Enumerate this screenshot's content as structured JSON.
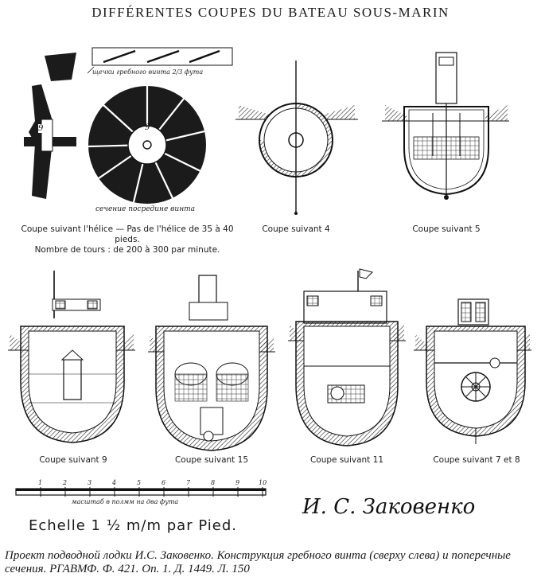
{
  "title": "DIFFÉRENTES COUPES DU BATEAU SOUS-MARIN",
  "propeller": {
    "top_label": "щечки гребного винта 2/3 фута",
    "disk_label": "сечение посредине винта",
    "blade_num": "9",
    "disk_num": "9",
    "caption_line1": "Coupe suivant l'hélice — Pas de l'hélice de 35 à 40 pieds.",
    "caption_line2": "Nombre de tours : de 200 à 300 par minute."
  },
  "sections": [
    {
      "caption": "Coupe suivant 4"
    },
    {
      "caption": "Coupe suivant 5"
    },
    {
      "caption": "Coupe suivant 9"
    },
    {
      "caption": "Coupe suivant 15"
    },
    {
      "caption": "Coupe suivant 11"
    },
    {
      "caption": "Coupe suivant 7 et 8"
    }
  ],
  "scale": {
    "label": "Echelle 1 ½ m/m par Pied.",
    "ticks": [
      "1",
      "2",
      "3",
      "4",
      "5",
      "6",
      "7",
      "8",
      "9",
      "10"
    ],
    "hand_text": "масштаб в полмм на два фута"
  },
  "signature": "И. С. Заковенко",
  "footnote": "Проект подводной лодки И.С. Заковенко. Конструкция гребного винта (сверху слева) и поперечные сечения. РГАВМФ. Ф. 421. Оп. 1. Д. 1449. Л. 150"
}
